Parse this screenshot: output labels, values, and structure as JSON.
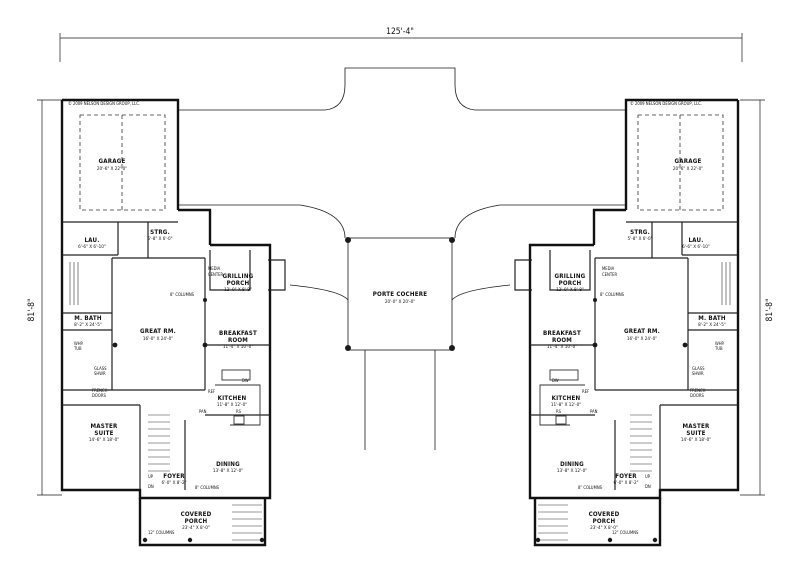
{
  "overall_width": "125'-4\"",
  "overall_depth": "81'-8\"",
  "copyright": "© 2009 NELSON DESIGN GROUP, LLC.",
  "center": {
    "porte_cochere": {
      "name": "PORTE COCHERE",
      "dims": "20'-0\" X 20'-0\""
    }
  },
  "rooms": {
    "garage": {
      "name": "GARAGE",
      "dims": "20'-6\" X 22'-0\""
    },
    "strg": {
      "name": "STRG.",
      "dims": "5'-8\" X 6'-0\""
    },
    "lau": {
      "name": "LAU.",
      "dims": "6'-6\" X 6'-10\""
    },
    "grilling_porch": {
      "name": "GRILLING",
      "name2": "PORCH",
      "dims": "12'-0\" X 8'-8\""
    },
    "media_center": {
      "name": "MEDIA",
      "name2": "CENTER"
    },
    "m_bath": {
      "name": "M. BATH",
      "dims": "8'-2\" X 24'-5\""
    },
    "great_rm": {
      "name": "GREAT RM.",
      "dims": "16'-0\" X 24'-0\""
    },
    "breakfast_room": {
      "name": "BREAKFAST",
      "name2": "ROOM",
      "dims": "11'-4\" X 10'-0\""
    },
    "kitchen": {
      "name": "KITCHEN",
      "dims": "11'-8\" X 12'-0\""
    },
    "master_suite": {
      "name": "MASTER",
      "name2": "SUITE",
      "dims": "14'-6\" X 18'-0\""
    },
    "dining": {
      "name": "DINING",
      "dims": "13'-8\" X 12'-0\""
    },
    "foyer": {
      "name": "FOYER",
      "dims": "6'-0\" X 8'-2\""
    },
    "covered_porch": {
      "name": "COVERED",
      "name2": "PORCH",
      "dims": "23'-4\" X 8'-0\""
    }
  },
  "labels": {
    "columns_8": "8\" COLUMNS",
    "columns_12": "12\" COLUMNS",
    "glass_shwr": "GLASS",
    "glass_shwr2": "SHWR",
    "whp_tub": "WHP.",
    "whp_tub2": "TUB",
    "french_doors": "FRENCH",
    "french_doors2": "DOORS",
    "dw": "DW",
    "ref": "REF",
    "pan": "PAN",
    "rs": "RS",
    "up": "UP",
    "dn": "DN"
  }
}
